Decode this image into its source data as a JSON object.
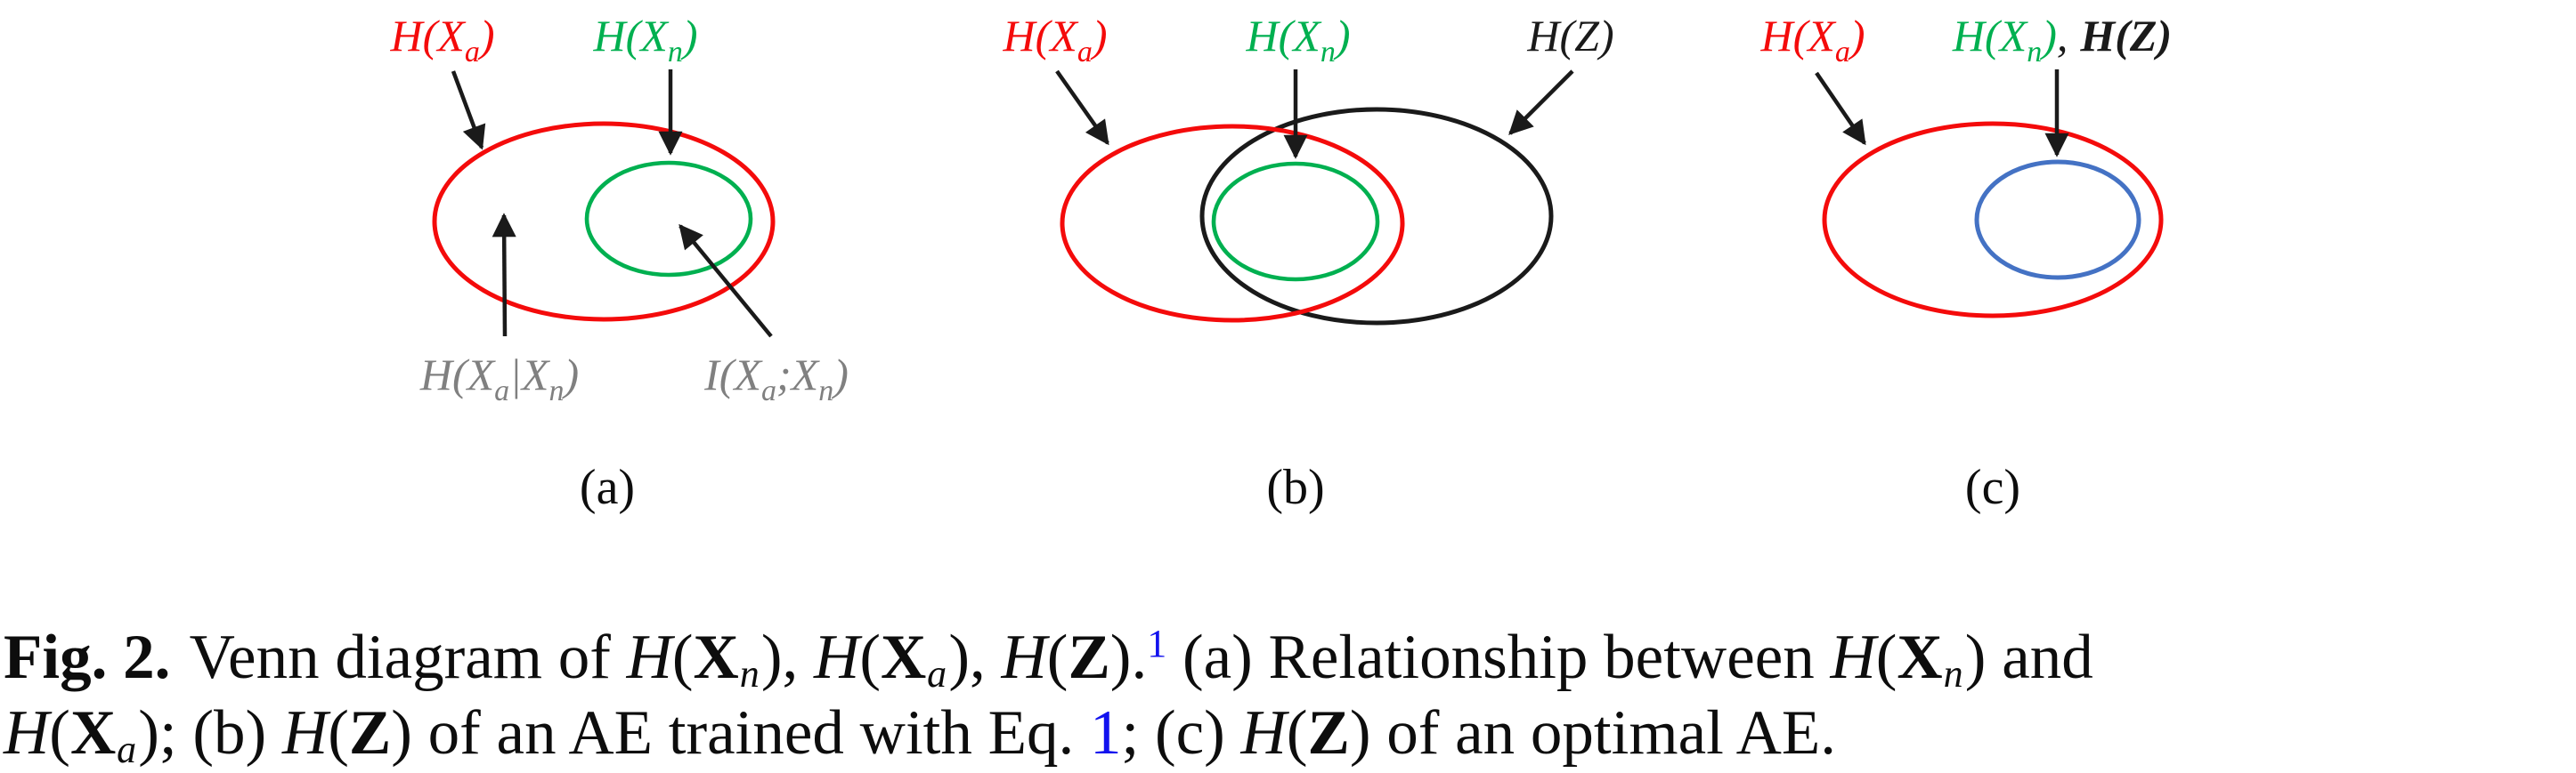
{
  "colors": {
    "red": "#f40b0b",
    "green": "#00b050",
    "blue": "#4472c4",
    "black": "#1a1a1a",
    "gray": "#808080",
    "link": "#1212ee",
    "ink": "#0d0d0d"
  },
  "figure": {
    "panel_a": {
      "letter": "(a)",
      "red_label": {
        "pre": "H(X",
        "sub": "a",
        "post": ")"
      },
      "green_label": {
        "pre": "H(X",
        "sub": "n",
        "post": ")"
      },
      "cond_label": {
        "pre": "H(X",
        "sub1": "a",
        "mid": "|X",
        "sub2": "n",
        "post": ")"
      },
      "mi_label": {
        "pre": "I(X",
        "sub1": "a",
        "mid": ";X",
        "sub2": "n",
        "post": ")"
      }
    },
    "panel_b": {
      "letter": "(b)",
      "red_label": {
        "pre": "H(X",
        "sub": "a",
        "post": ")"
      },
      "green_label": {
        "pre": "H(X",
        "sub": "n",
        "post": ")"
      },
      "black_label": "H(Z)"
    },
    "panel_c": {
      "letter": "(c)",
      "red_label": {
        "pre": "H(X",
        "sub": "a",
        "post": ")"
      },
      "green_label": {
        "pre": "H(X",
        "sub": "n",
        "post": ")"
      },
      "comma": ",",
      "bold_label": "H(Z)"
    }
  },
  "caption": {
    "line1": [
      {
        "t": "Fig. 2.",
        "s": "b",
        "n": "figure-number"
      },
      {
        "t": "Venn diagram of ",
        "s": ""
      },
      {
        "t": "H",
        "s": "it"
      },
      {
        "t": "(",
        "s": ""
      },
      {
        "t": "X",
        "s": "bf"
      },
      {
        "t": "n",
        "s": "sub"
      },
      {
        "t": "), ",
        "s": ""
      },
      {
        "t": "H",
        "s": "it"
      },
      {
        "t": "(",
        "s": ""
      },
      {
        "t": "X",
        "s": "bf"
      },
      {
        "t": "a",
        "s": "sub"
      },
      {
        "t": "), ",
        "s": ""
      },
      {
        "t": "H",
        "s": "it"
      },
      {
        "t": "(",
        "s": ""
      },
      {
        "t": "Z",
        "s": "bf"
      },
      {
        "t": ").",
        "s": ""
      },
      {
        "t": "1",
        "s": "sup",
        "n": "footnote-link-1",
        "i": true
      },
      {
        "t": " (a) Relationship between ",
        "s": ""
      },
      {
        "t": "H",
        "s": "it"
      },
      {
        "t": "(",
        "s": ""
      },
      {
        "t": "X",
        "s": "bf"
      },
      {
        "t": "n",
        "s": "sub"
      },
      {
        "t": ")",
        "s": ""
      },
      {
        "t": " and",
        "s": ""
      }
    ],
    "line2": [
      {
        "t": "H",
        "s": "it"
      },
      {
        "t": "(",
        "s": ""
      },
      {
        "t": "X",
        "s": "bf"
      },
      {
        "t": "a",
        "s": "sub"
      },
      {
        "t": "); (b) ",
        "s": ""
      },
      {
        "t": "H",
        "s": "it"
      },
      {
        "t": "(",
        "s": ""
      },
      {
        "t": "Z",
        "s": "bf"
      },
      {
        "t": ") of an AE trained with Eq. ",
        "s": ""
      },
      {
        "t": "1",
        "s": "link",
        "n": "eq-1-ref-link",
        "i": true
      },
      {
        "t": "; (c) ",
        "s": ""
      },
      {
        "t": "H",
        "s": "it"
      },
      {
        "t": "(",
        "s": ""
      },
      {
        "t": "Z",
        "s": "bf"
      },
      {
        "t": ") of an optimal AE.",
        "s": ""
      }
    ]
  }
}
